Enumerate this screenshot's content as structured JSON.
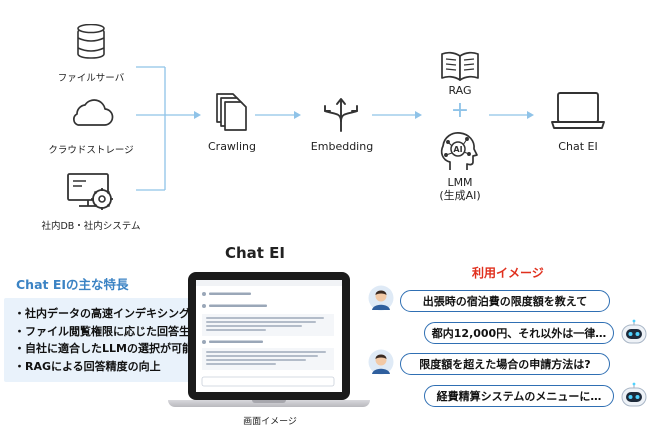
{
  "sources": [
    {
      "label": "ファイルサーバ",
      "icon": "database-icon"
    },
    {
      "label": "クラウドストレージ",
      "icon": "cloud-icon"
    },
    {
      "label": "社内DB・社内システム",
      "icon": "monitor-gear-icon"
    }
  ],
  "pipeline": {
    "crawling": "Crawling",
    "embedding": "Embedding",
    "rag": "RAG",
    "plus": "+",
    "lmm_line1": "LMM",
    "lmm_line2": "(生成AI)",
    "ai_text": "AI",
    "chat_ei": "Chat EI"
  },
  "section_title": "Chat EI",
  "features": {
    "title": "Chat EIの主な特長",
    "items": [
      "・社内データの高速インデキシング",
      "・ファイル閲覧権限に応じた回答生成",
      "・自社に適合したLLMの選択が可能",
      "・RAGによる回答精度の向上"
    ]
  },
  "screen_caption": "画面イメージ",
  "usage": {
    "title": "利用イメージ",
    "messages": [
      {
        "role": "user",
        "text": "出張時の宿泊費の限度額を教えて"
      },
      {
        "role": "bot",
        "text": "都内12,000円、それ以外は一律…"
      },
      {
        "role": "user",
        "text": "限度額を超えた場合の申請方法は?"
      },
      {
        "role": "bot",
        "text": "経費精算システムのメニューに…"
      }
    ]
  },
  "colors": {
    "line": "#8fc3e8",
    "accent_blue": "#3b83c4",
    "bubble_border": "#2f6fb3",
    "usage_title": "#e0301e",
    "feature_bg": "#e9f2fb"
  }
}
